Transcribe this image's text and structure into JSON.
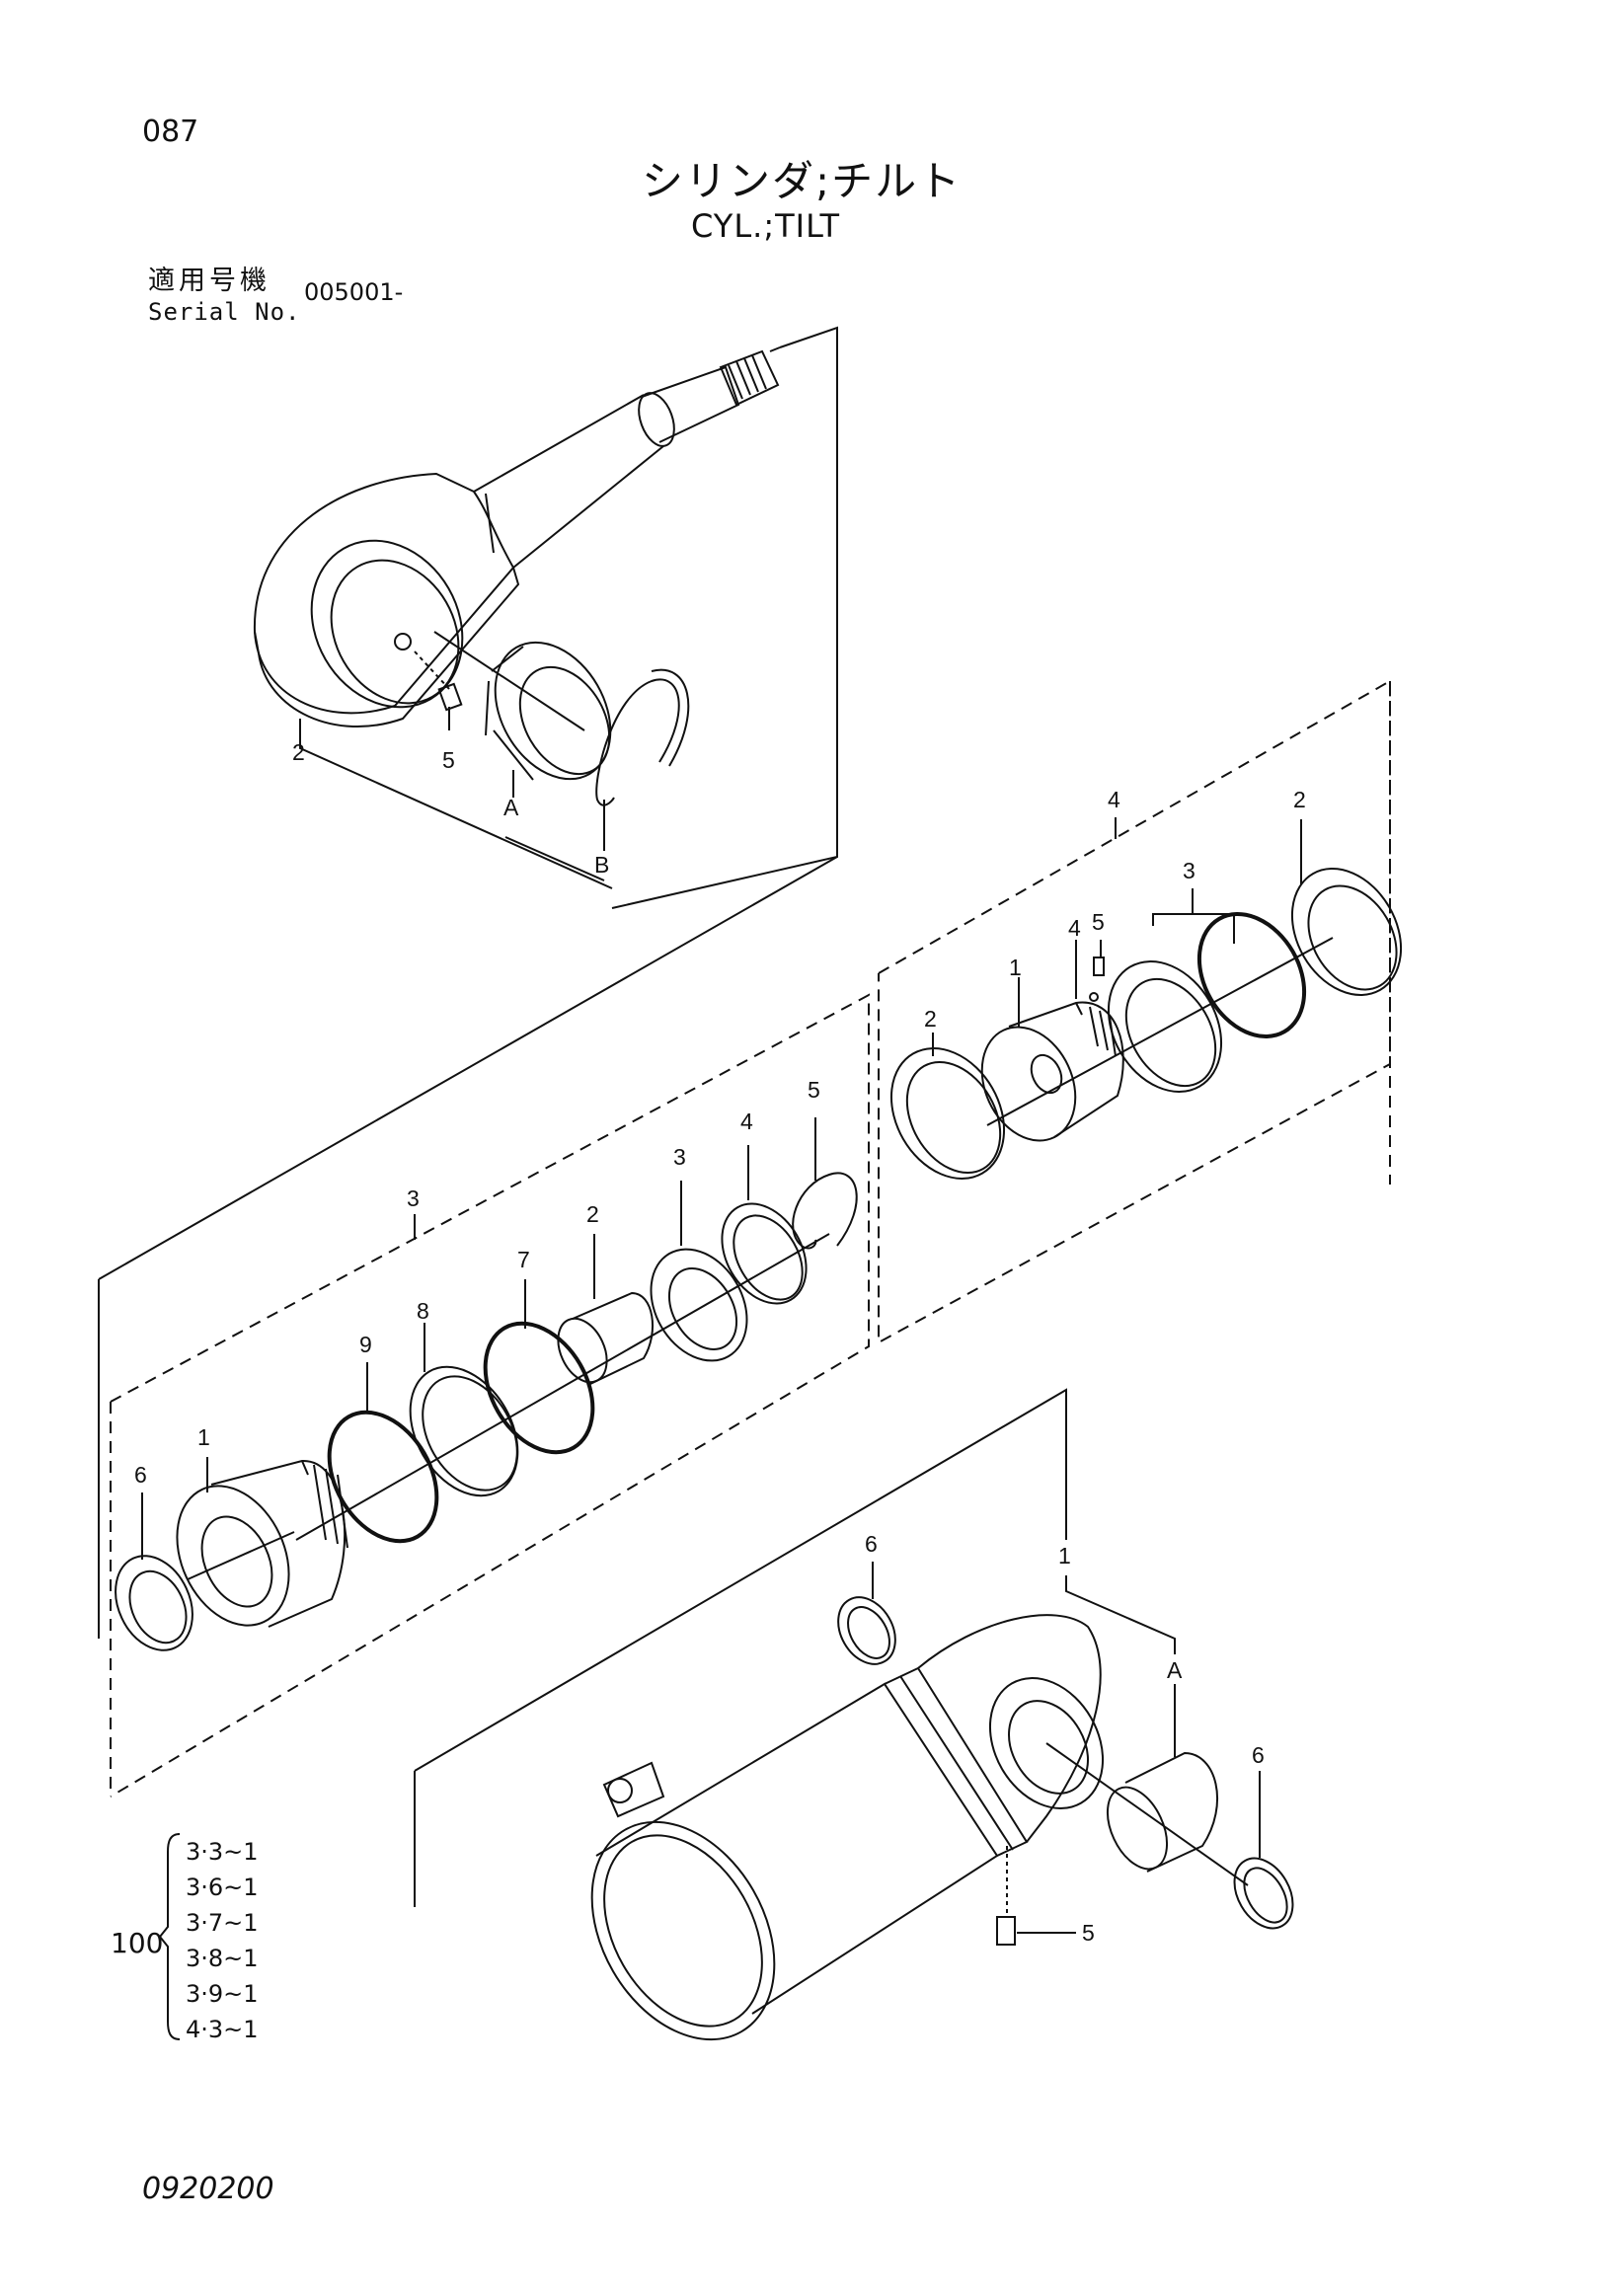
{
  "header": {
    "page_number": "087",
    "title_jp": "シリンダ;チルト",
    "title_en": "CYL.;TILT"
  },
  "serial": {
    "label_jp": "適用号機",
    "label_en": "Serial No.",
    "value": "005001-"
  },
  "bom": {
    "quantity": "100",
    "items": [
      "3·3~1",
      "3·6~1",
      "3·7~1",
      "3·8~1",
      "3·9~1",
      "4·3~1"
    ]
  },
  "footer": {
    "doc_code": "0920200"
  },
  "callouts": {
    "rod": {
      "rod": "2",
      "grease": "5",
      "bushing": "A",
      "ring": "B"
    },
    "piston_group": {
      "assy": "4",
      "wear_ring": "2",
      "seal_group": "3",
      "ring_a": "4",
      "ring_b": "5",
      "piston": "1",
      "wear_ring_left": "2"
    },
    "head_group": {
      "assy": "3",
      "r5": "5",
      "r4": "4",
      "r3": "3",
      "r2": "2",
      "r7": "7",
      "r8": "8",
      "r9": "9",
      "head": "1",
      "seal": "6"
    },
    "tube": {
      "tube": "1",
      "seal_left": "6",
      "bushing": "A",
      "seal_right": "6",
      "grease": "5"
    }
  }
}
